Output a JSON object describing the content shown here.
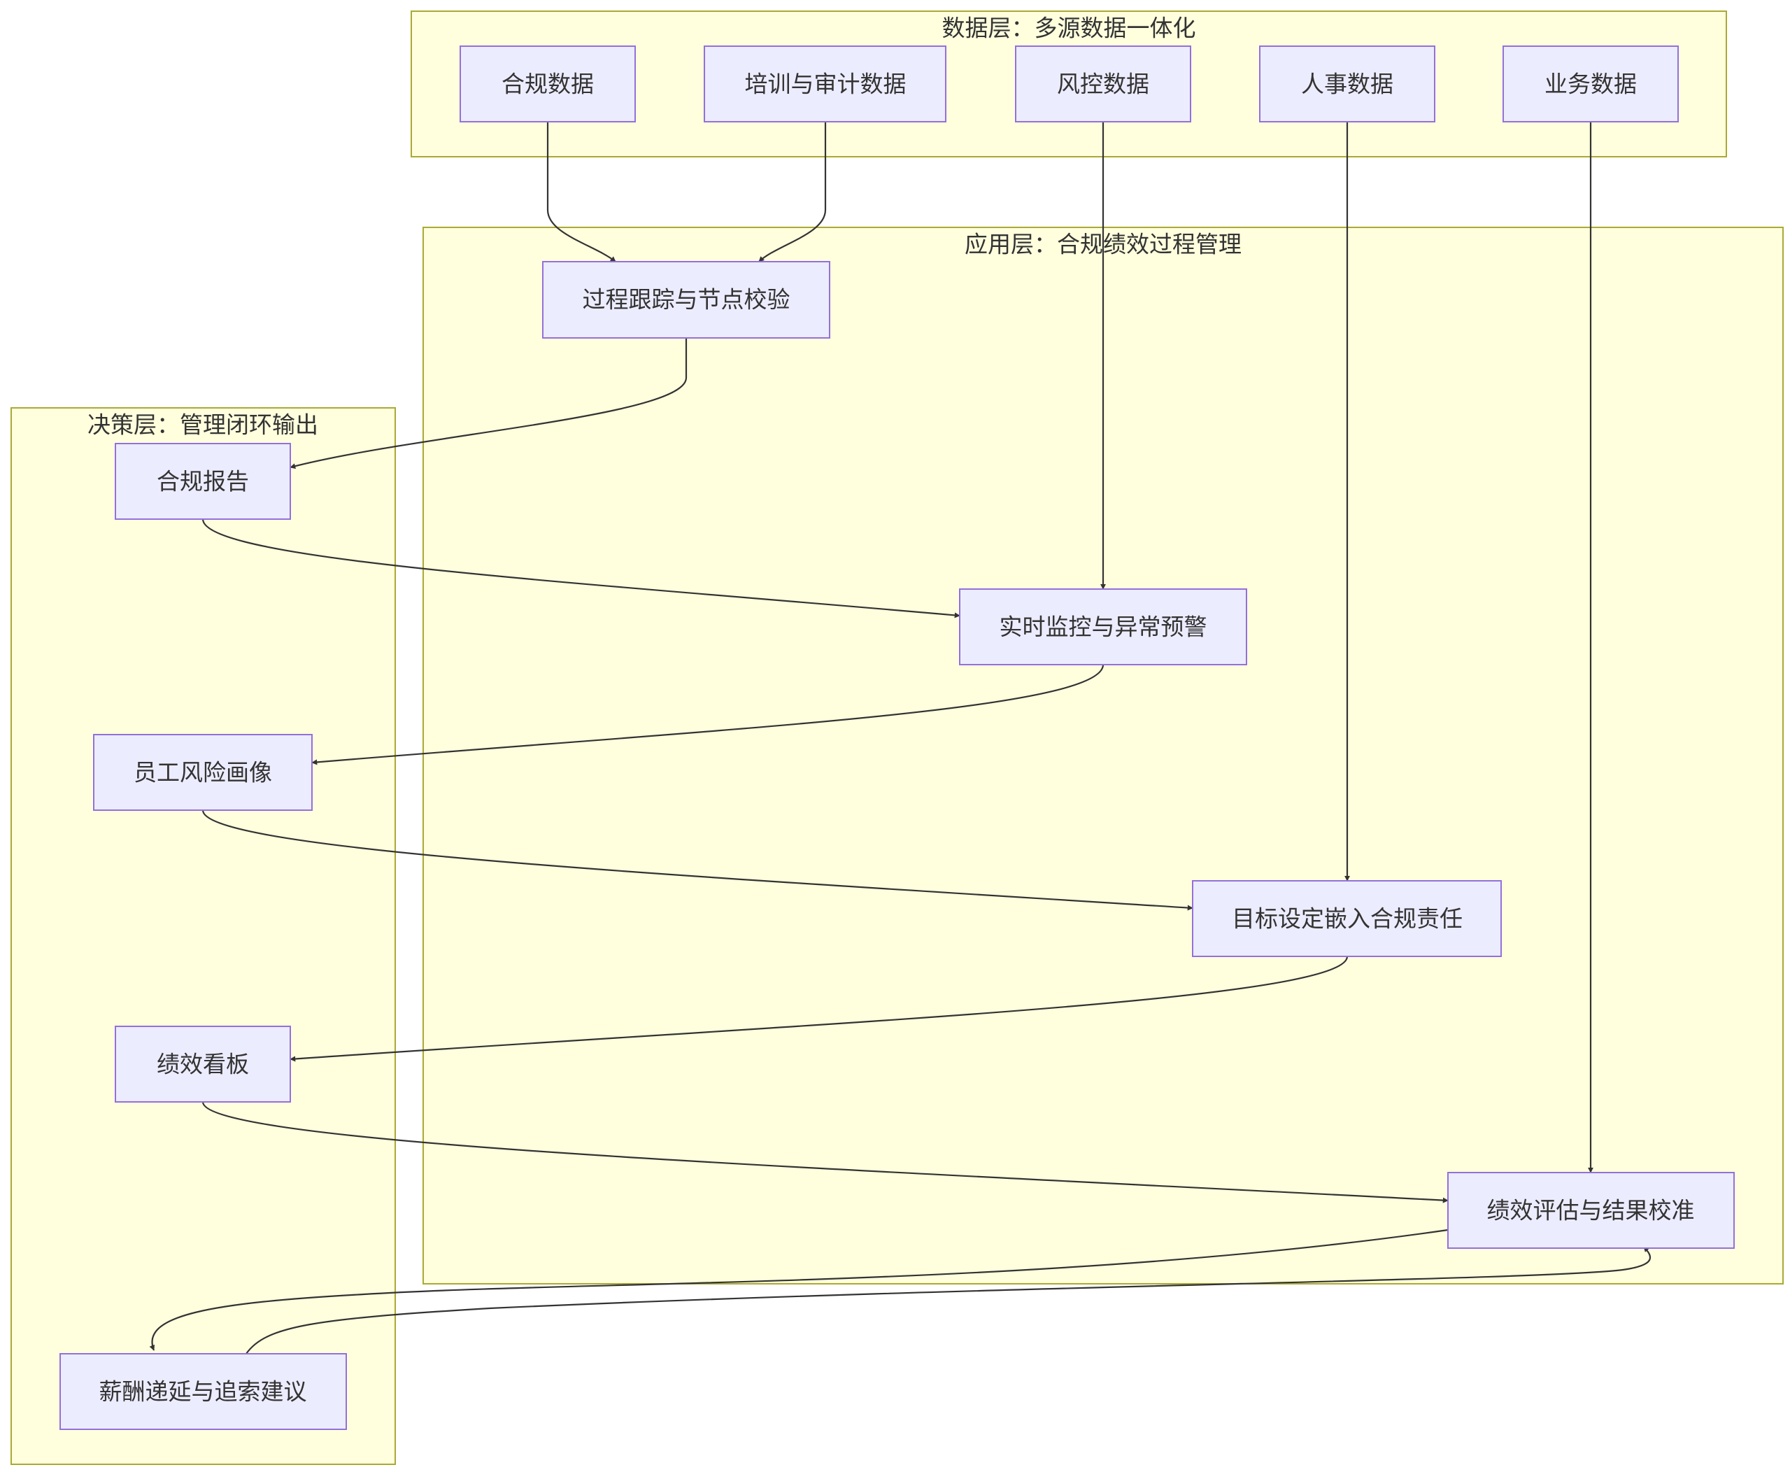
{
  "clusters": {
    "data_layer": "数据层：多源数据一体化",
    "app_layer": "应用层：合规绩效过程管理",
    "decision_layer": "决策层：管理闭环输出"
  },
  "nodes": {
    "compliance_data": "合规数据",
    "training_audit_data": "培训与审计数据",
    "risk_data": "风控数据",
    "hr_data": "人事数据",
    "business_data": "业务数据",
    "process_tracking": "过程跟踪与节点校验",
    "realtime_monitoring": "实时监控与异常预警",
    "goal_setting": "目标设定嵌入合规责任",
    "performance_evaluation": "绩效评估与结果校准",
    "compliance_report": "合规报告",
    "employee_risk_profile": "员工风险画像",
    "performance_dashboard": "绩效看板",
    "compensation_deferral": "薪酬递延与追索建议"
  },
  "edges": [
    {
      "from": "compliance_data",
      "to": "process_tracking"
    },
    {
      "from": "training_audit_data",
      "to": "process_tracking"
    },
    {
      "from": "risk_data",
      "to": "realtime_monitoring"
    },
    {
      "from": "hr_data",
      "to": "goal_setting"
    },
    {
      "from": "business_data",
      "to": "performance_evaluation"
    },
    {
      "from": "process_tracking",
      "to": "compliance_report"
    },
    {
      "from": "compliance_report",
      "to": "realtime_monitoring"
    },
    {
      "from": "realtime_monitoring",
      "to": "employee_risk_profile"
    },
    {
      "from": "employee_risk_profile",
      "to": "goal_setting"
    },
    {
      "from": "goal_setting",
      "to": "performance_dashboard"
    },
    {
      "from": "performance_dashboard",
      "to": "performance_evaluation"
    },
    {
      "from": "performance_evaluation",
      "to": "compensation_deferral"
    },
    {
      "from": "compensation_deferral",
      "to": "performance_evaluation"
    }
  ]
}
